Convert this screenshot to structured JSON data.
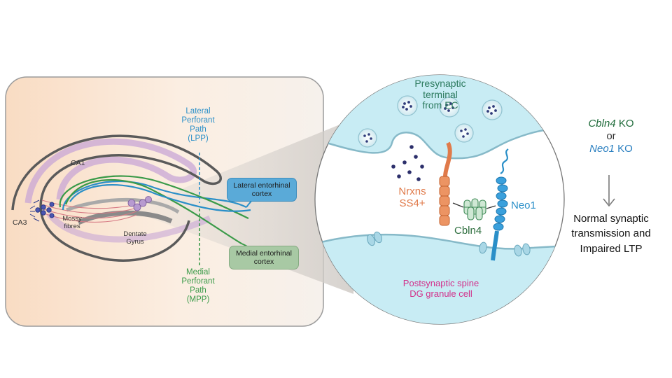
{
  "hippocampus": {
    "lpp": [
      "Lateral",
      "Perforant",
      "Path",
      "(LPP)"
    ],
    "mpp": [
      "Medial",
      "Perforant",
      "Path",
      "(MPP)"
    ],
    "ca1": "CA1",
    "ca3": "CA3",
    "mossy": [
      "Mossy",
      "fibres"
    ],
    "dentate": [
      "Dentate",
      "Gyrus"
    ],
    "lateral_ec": [
      "Lateral entorhinal",
      "cortex"
    ],
    "medial_ec": [
      "Medial entorhinal",
      "cortex"
    ]
  },
  "synapse": {
    "presynaptic": [
      "Presynaptic",
      "terminal",
      "from EC"
    ],
    "nrxns": [
      "Nrxns",
      "SS4+"
    ],
    "cbln4": "Cbln4",
    "neo1": "Neo1",
    "postsynaptic": [
      "Postsynaptic spine",
      "DG granule cell"
    ]
  },
  "outcome": {
    "cbln4_ko_gene": "Cbln4",
    "ko_suffix": " KO",
    "or": "or",
    "neo1_ko_gene": "Neo1",
    "result": [
      "Normal synaptic",
      "transmission and",
      "Impaired LTP"
    ]
  },
  "colors": {
    "lpp": "#2a8fc8",
    "mpp": "#3a9a48",
    "nrxns": "#e07a4a",
    "neo1": "#2a8fc8",
    "postsynaptic_text": "#d2308a",
    "presynaptic_text": "#2c7a5e",
    "cbln4_ko": "#1f6b3a",
    "neo1_ko": "#2a7fc0"
  },
  "icons": [
    "vesicle-icon",
    "arrow-down-icon"
  ]
}
